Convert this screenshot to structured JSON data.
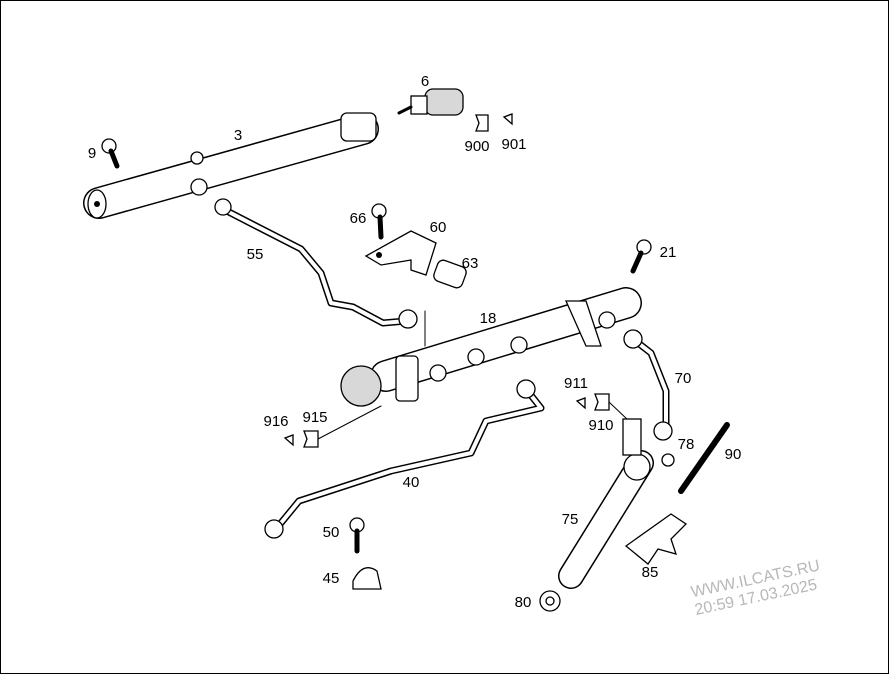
{
  "diagram": {
    "labels": {
      "p6": "6",
      "p900": "900",
      "p901": "901",
      "p3": "3",
      "p9": "9",
      "p66": "66",
      "p60": "60",
      "p55": "55",
      "p63": "63",
      "p21": "21",
      "p18": "18",
      "p70": "70",
      "p911": "911",
      "p910": "910",
      "p916": "916",
      "p915": "915",
      "p78": "78",
      "p90": "90",
      "p40": "40",
      "p75": "75",
      "p50": "50",
      "p85": "85",
      "p45": "45",
      "p80": "80"
    },
    "watermark": {
      "site": "WWW.ILCATS.RU",
      "timestamp": "20:59 17.03.2025"
    }
  }
}
